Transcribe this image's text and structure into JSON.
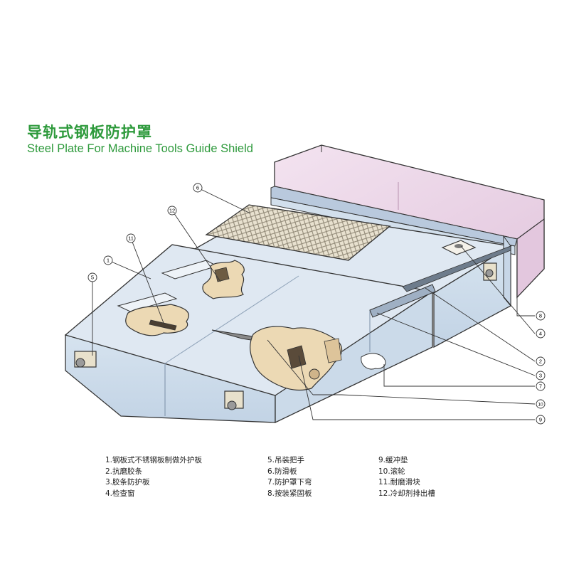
{
  "title": {
    "cn": "导轨式钢板防护罩",
    "en": "Steel Plate For Machine Tools Guide Shield"
  },
  "colors": {
    "title": "#2e9a3c",
    "shield_top": "#dde7f1",
    "shield_side": "#c8d8e9",
    "machine_bed": "#ecd6e8",
    "grating": "#e4dcc9",
    "wiper": "#e9d6b0",
    "outline": "#333333"
  },
  "callouts": [
    "1",
    "2",
    "3",
    "4",
    "5",
    "6",
    "7",
    "8",
    "9",
    "10",
    "11",
    "12"
  ],
  "legend": {
    "col1": [
      "1.钢板式不锈钢板制做外护板",
      "2.抗磨胶条",
      "3.胶条防护板",
      "4.检查窗"
    ],
    "col2": [
      "5.吊装把手",
      "6.防滑板",
      "7.防护罩下弯",
      "8.按装紧固板"
    ],
    "col3": [
      "9.缓冲垫",
      "10.滚轮",
      "11.耐磨滑块",
      "12.冷却剂排出槽"
    ]
  }
}
